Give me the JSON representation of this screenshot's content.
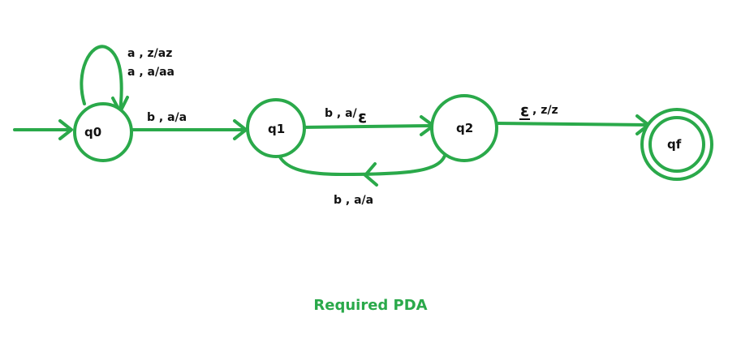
{
  "colors": {
    "accent": "#2aa94a",
    "text": "#111111",
    "background": "#ffffff"
  },
  "states": {
    "q0": "q0",
    "q1": "q1",
    "q2": "q2",
    "qf": "qf"
  },
  "transitions": {
    "q0_self_line1": "a , z/az",
    "q0_self_line2": "a , a/aa",
    "q0_to_q1": "b , a/a",
    "q1_to_q2_prefix": "b , a/",
    "q1_to_q2_symbol": "ε",
    "q2_to_q1": "b , a/a",
    "q2_to_qf_symbol": "ε",
    "q2_to_qf_suffix": ", z/z"
  },
  "caption": "Required PDA"
}
